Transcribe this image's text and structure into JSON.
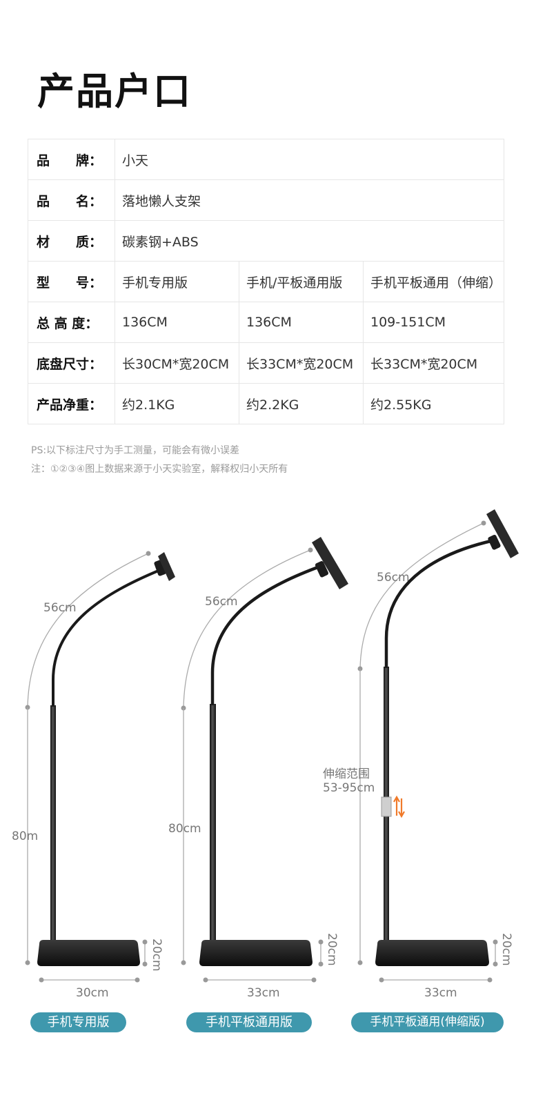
{
  "title": "产品户口",
  "specs": [
    {
      "label": "品　　牌：",
      "cells": [
        "小天"
      ]
    },
    {
      "label": "品　　名：",
      "cells": [
        "落地懒人支架"
      ]
    },
    {
      "label": "材　　质：",
      "cells": [
        "碳素钢+ABS"
      ]
    },
    {
      "label": "型　　号：",
      "cells": [
        "手机专用版",
        "手机/平板通用版",
        "手机平板通用（伸缩）"
      ]
    },
    {
      "label": "总 高 度：",
      "cells": [
        "136CM",
        "136CM",
        "109-151CM"
      ]
    },
    {
      "label": "底盘尺寸：",
      "cells": [
        "长30CM*宽20CM",
        "长33CM*宽20CM",
        "长33CM*宽20CM"
      ]
    },
    {
      "label": "产品净重：",
      "cells": [
        "约2.1KG",
        "约2.2KG",
        "约2.55KG"
      ]
    }
  ],
  "notes": [
    "PS:以下标注尺寸为手工测量，可能会有微小误差",
    "注：①②③④图上数据来源于小天实验室，解释权归小天所有"
  ],
  "stands": [
    {
      "arm": "56cm",
      "pole": "80m",
      "depth": "20cm",
      "width": "30cm",
      "name": "手机专用版"
    },
    {
      "arm": "56cm",
      "pole": "80cm",
      "depth": "20cm",
      "width": "33cm",
      "name": "手机平板通用版"
    },
    {
      "arm": "56cm",
      "range_label": "伸缩范围",
      "range_value": "53-95cm",
      "depth": "20cm",
      "width": "33cm",
      "name": "手机平板通用(伸缩版)"
    }
  ],
  "colors": {
    "accent": "#3f98ad",
    "arrow": "#f07a2a",
    "dimension": "#999999"
  }
}
